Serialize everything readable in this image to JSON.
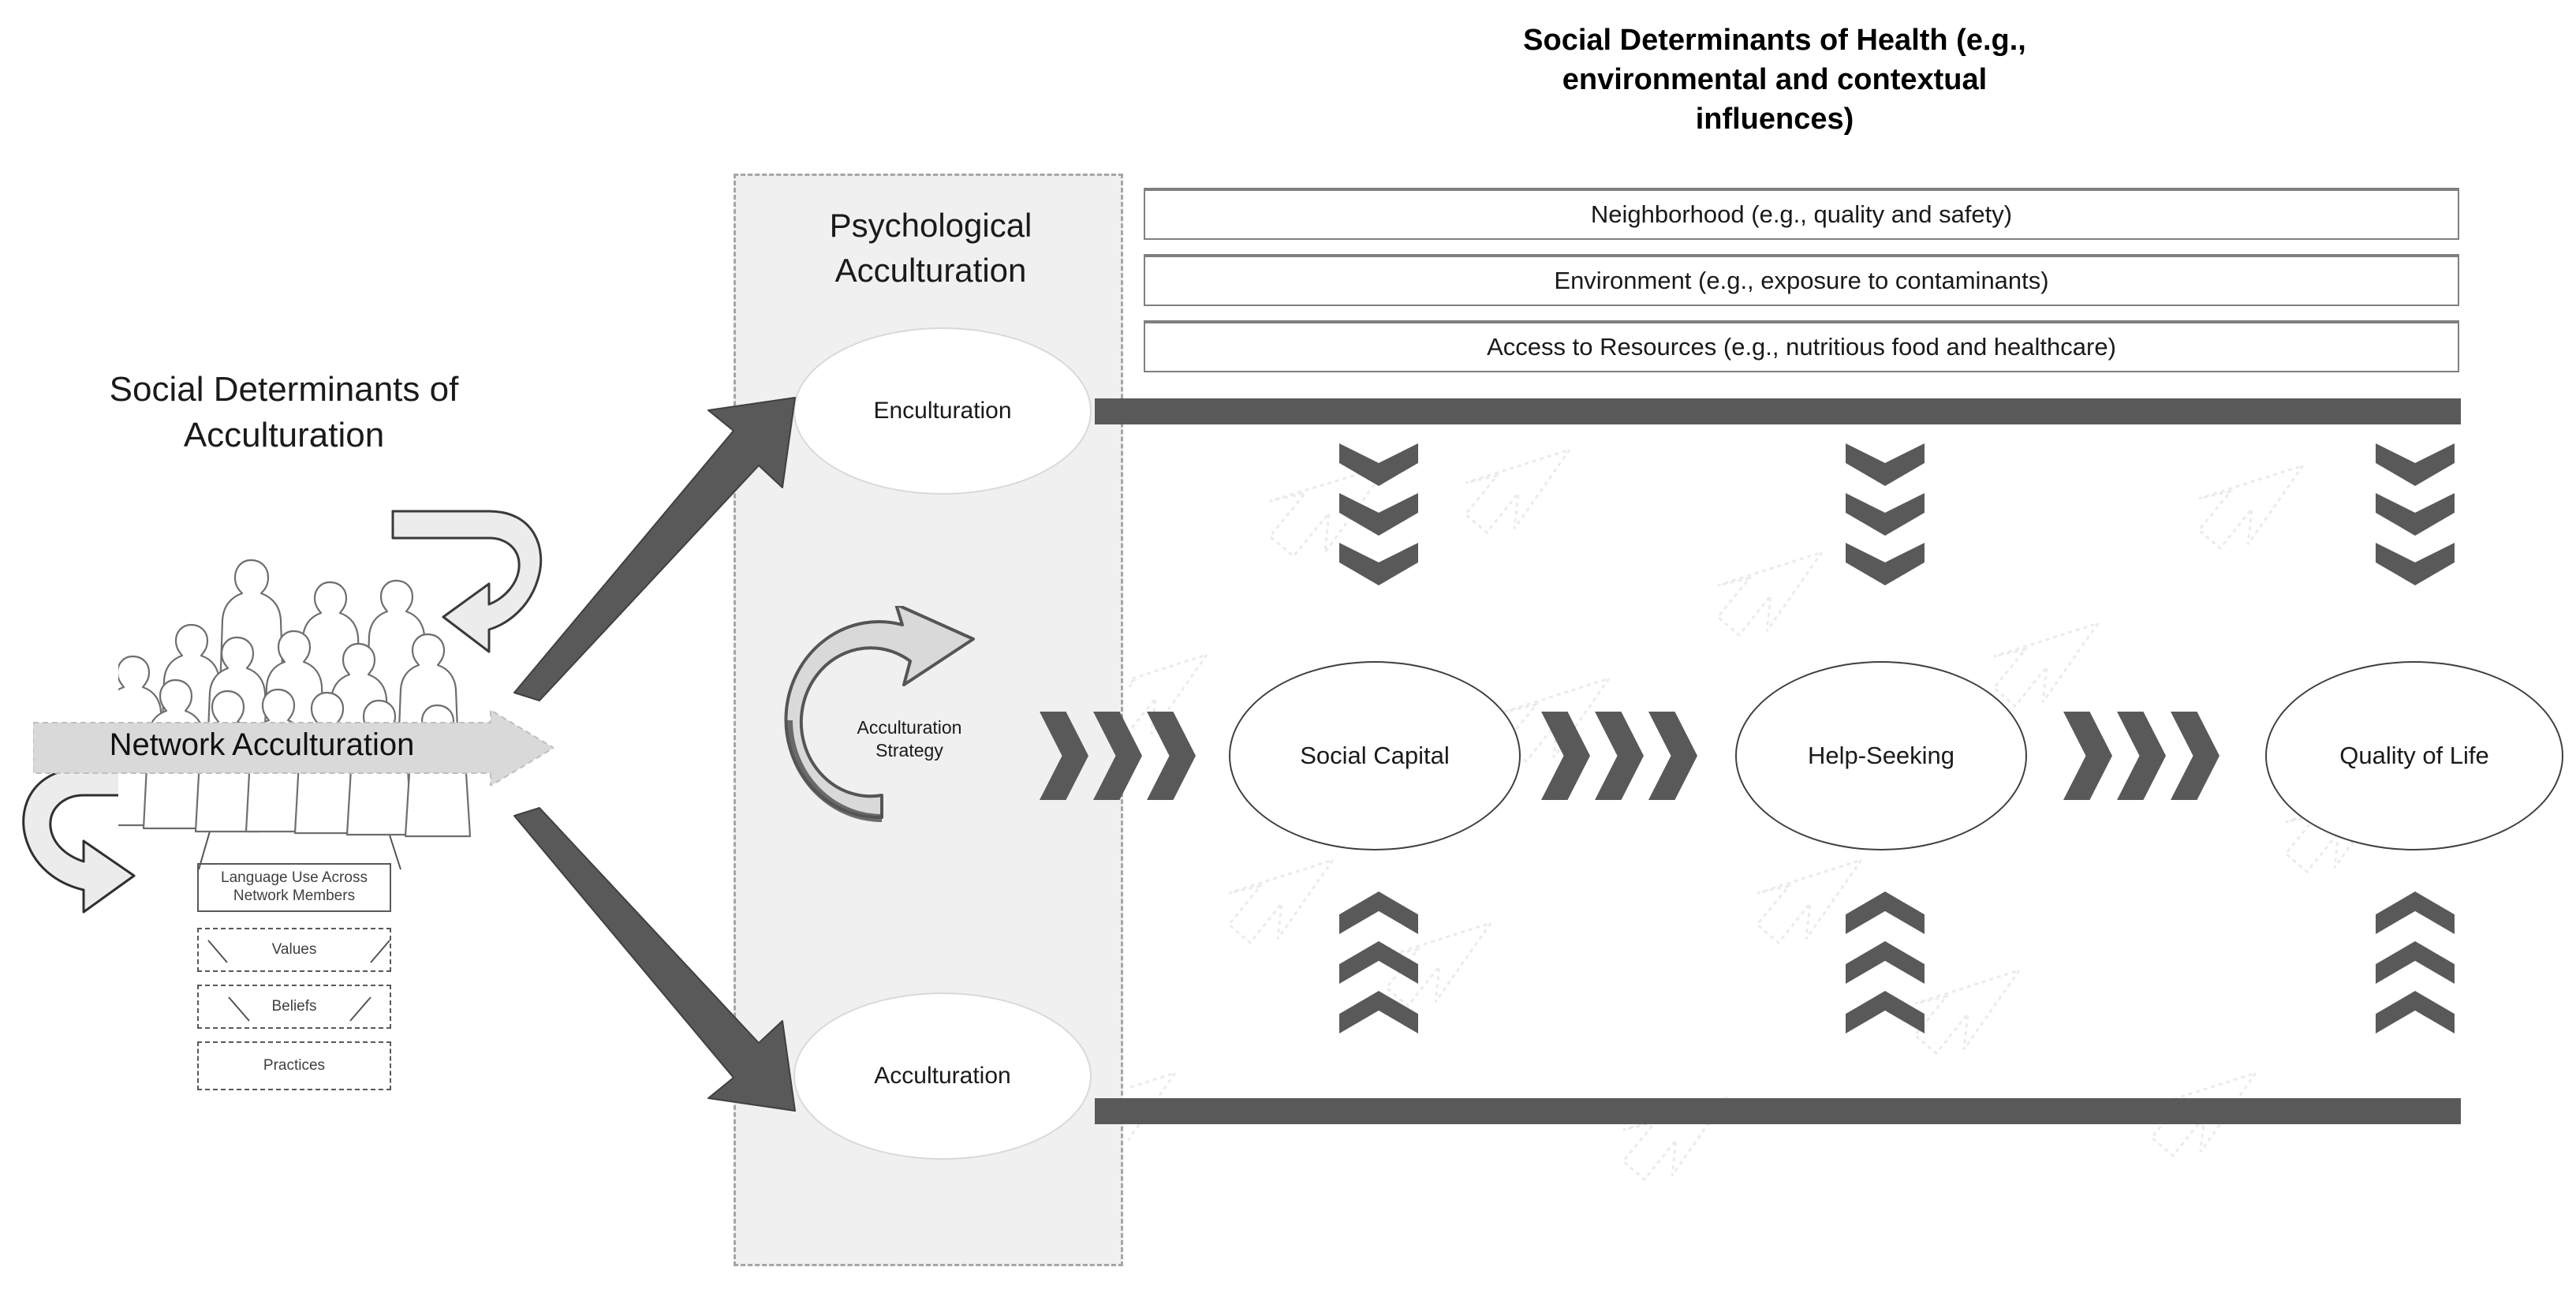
{
  "headings": {
    "sdoh_title": "Social Determinants of Health (e.g., environmental and contextual influences)",
    "sda_title": "Social Determinants of Acculturation"
  },
  "network": {
    "banner_label": "Network Acculturation",
    "crowd_icon": "crowd-of-people-icon",
    "loop_top_icon": "curved-loop-arrow-icon",
    "loop_bottom_icon": "curved-loop-arrow-icon",
    "stack_boxes": [
      {
        "label": "Language Use Across Network Members",
        "style": "solid"
      },
      {
        "label": "Values",
        "style": "dashed"
      },
      {
        "label": "Beliefs",
        "style": "dashed"
      },
      {
        "label": "Practices",
        "style": "dashed"
      }
    ]
  },
  "psychological_panel": {
    "label": "Psychological Acculturation",
    "nodes": [
      {
        "label": "Enculturation"
      },
      {
        "label": "Acculturation"
      }
    ],
    "strategy": {
      "label_line1": "Acculturation",
      "label_line2": "Strategy",
      "icon": "circular-arrow-icon"
    }
  },
  "sdoh_boxes": [
    {
      "label": "Neighborhood (e.g., quality and safety)"
    },
    {
      "label": "Environment (e.g., exposure to contaminants)"
    },
    {
      "label": "Access to Resources (e.g., nutritious food and healthcare)"
    }
  ],
  "outcomes": [
    {
      "label": "Social Capital"
    },
    {
      "label": "Help-Seeking"
    },
    {
      "label": "Quality of Life"
    }
  ],
  "connectors": {
    "diagonal_to_enculturation": "thick-diagonal-arrow-icon",
    "diagonal_to_acculturation": "thick-diagonal-arrow-icon",
    "chevron_right_icon": "triple-chevron-right-icon",
    "chevron_down_icon": "triple-chevron-down-icon",
    "chevron_up_icon": "triple-chevron-up-icon",
    "top_bar_icon": "horizontal-bar-icon",
    "bottom_bar_icon": "horizontal-bar-icon"
  },
  "colors": {
    "dark_gray": "#595959",
    "panel_fill": "#f0f0f0",
    "panel_border": "#a6a6a6",
    "banner_fill": "#d9d9d9",
    "box_border": "#808080",
    "text": "#1a1a1a",
    "white": "#ffffff"
  }
}
